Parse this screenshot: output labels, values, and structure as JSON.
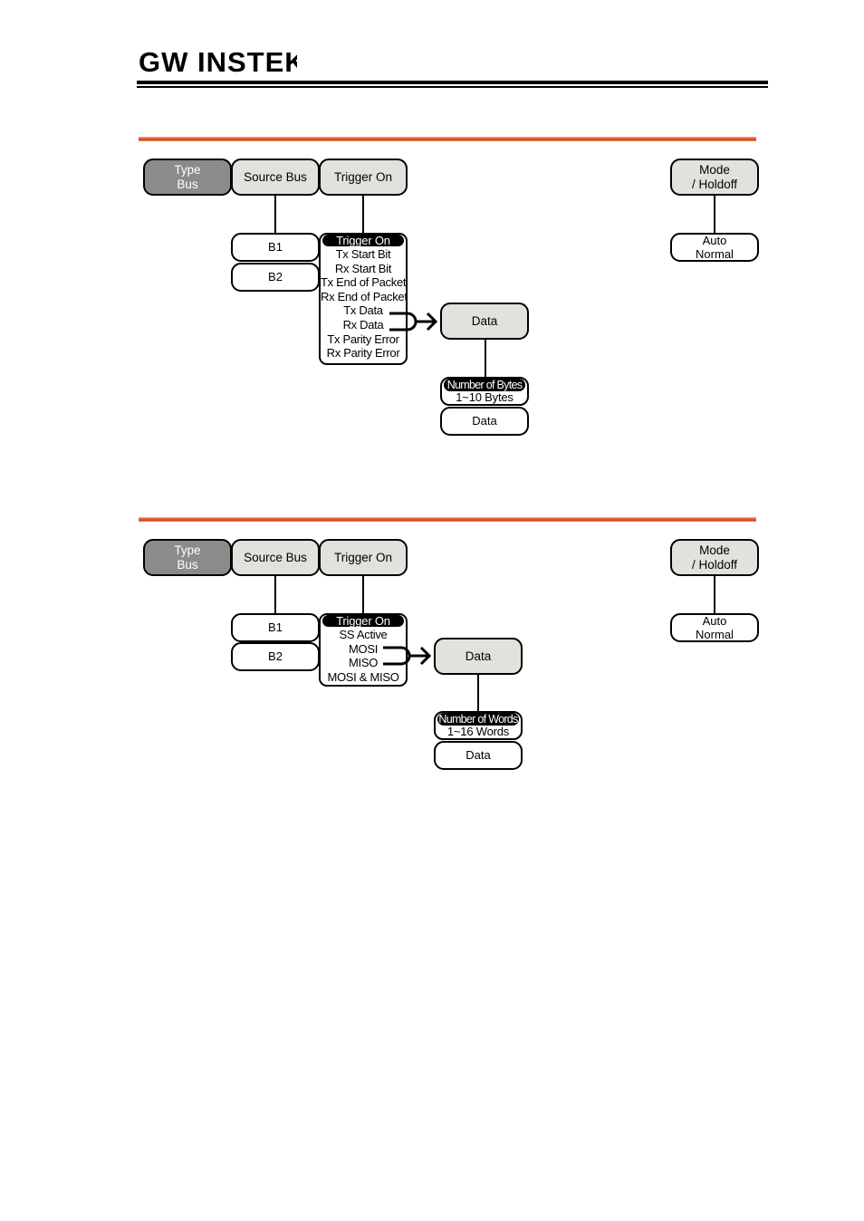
{
  "header": {
    "logo_text": "GW INSTEK"
  },
  "diagrams": [
    {
      "menu": {
        "type": [
          "Type",
          "Bus"
        ],
        "source": "Source Bus",
        "trigger": "Trigger On",
        "mode": [
          "Mode",
          "/ Holdoff"
        ]
      },
      "sources": [
        "B1",
        "B2"
      ],
      "trigger_list": {
        "heading": "Trigger On",
        "items": [
          "Tx Start Bit",
          "Rx Start Bit",
          "Tx End of Packet",
          "Rx End of Packet",
          "Tx Data",
          "Rx Data",
          "Tx Parity Error",
          "Rx Parity Error"
        ]
      },
      "data_key": "Data",
      "count_box": {
        "heading": "Number of Bytes",
        "value": "1~10 Bytes"
      },
      "data_box": "Data",
      "mode_options": [
        "Auto",
        "Normal"
      ]
    },
    {
      "menu": {
        "type": [
          "Type",
          "Bus"
        ],
        "source": "Source Bus",
        "trigger": "Trigger On",
        "mode": [
          "Mode",
          "/ Holdoff"
        ]
      },
      "sources": [
        "B1",
        "B2"
      ],
      "trigger_list": {
        "heading": "Trigger On",
        "items": [
          "SS Active",
          "MOSI",
          "MISO",
          "MOSI & MISO"
        ]
      },
      "data_key": "Data",
      "count_box": {
        "heading": "Number of Words",
        "value": "1~16 Words"
      },
      "data_box": "Data",
      "mode_options": [
        "Auto",
        "Normal"
      ]
    }
  ]
}
